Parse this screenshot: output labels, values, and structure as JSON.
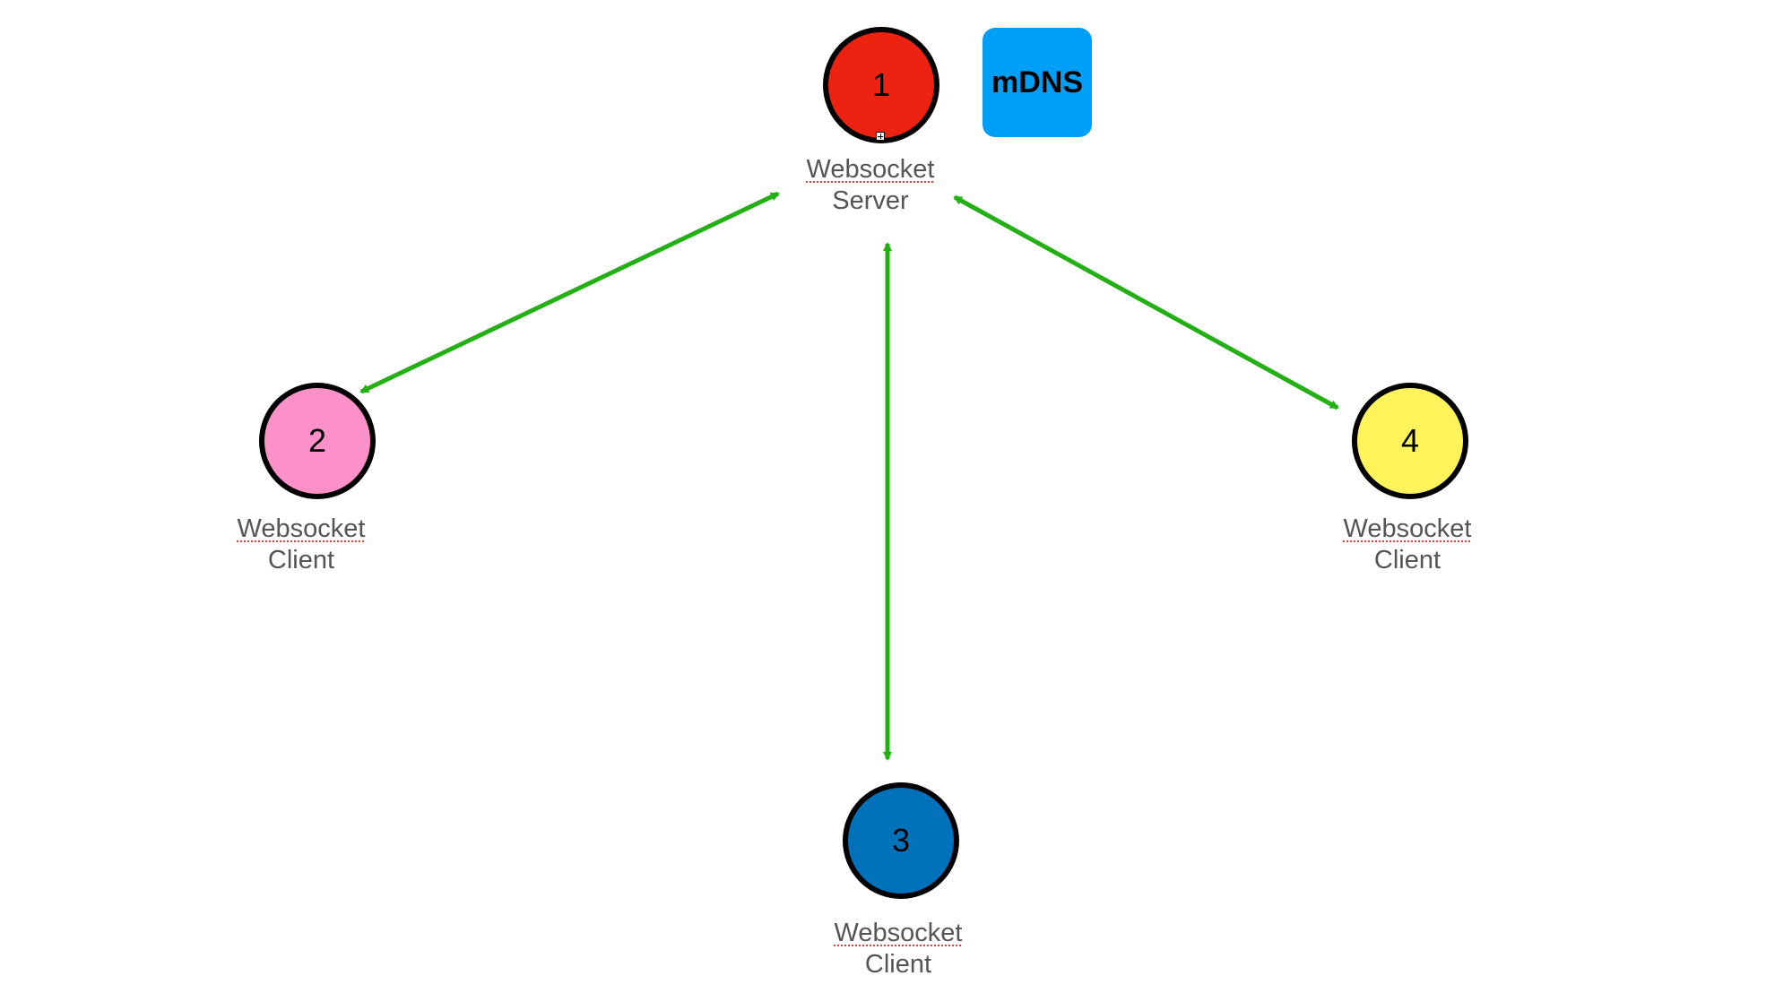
{
  "colors": {
    "connector": "#22b014",
    "node_border": "#000000",
    "label_text": "#555555",
    "spellcheck_underline": "#e0403a",
    "badge_fill": "#009ff7"
  },
  "nodes": [
    {
      "id": "1",
      "number": "1",
      "fill": "#ee2211",
      "label_line1": "Websocket",
      "label_line2": "Server"
    },
    {
      "id": "2",
      "number": "2",
      "fill": "#fc90c8",
      "label_line1": "Websocket",
      "label_line2": "Client"
    },
    {
      "id": "3",
      "number": "3",
      "fill": "#0072bc",
      "label_line1": "Websocket",
      "label_line2": "Client"
    },
    {
      "id": "4",
      "number": "4",
      "fill": "#fff35c",
      "label_line1": "Websocket",
      "label_line2": "Client"
    }
  ],
  "badge": {
    "text": "mDNS"
  },
  "connectors": [
    {
      "from": "1",
      "to": "2",
      "bidirectional": true
    },
    {
      "from": "1",
      "to": "3",
      "bidirectional": true
    },
    {
      "from": "1",
      "to": "4",
      "bidirectional": true
    }
  ]
}
